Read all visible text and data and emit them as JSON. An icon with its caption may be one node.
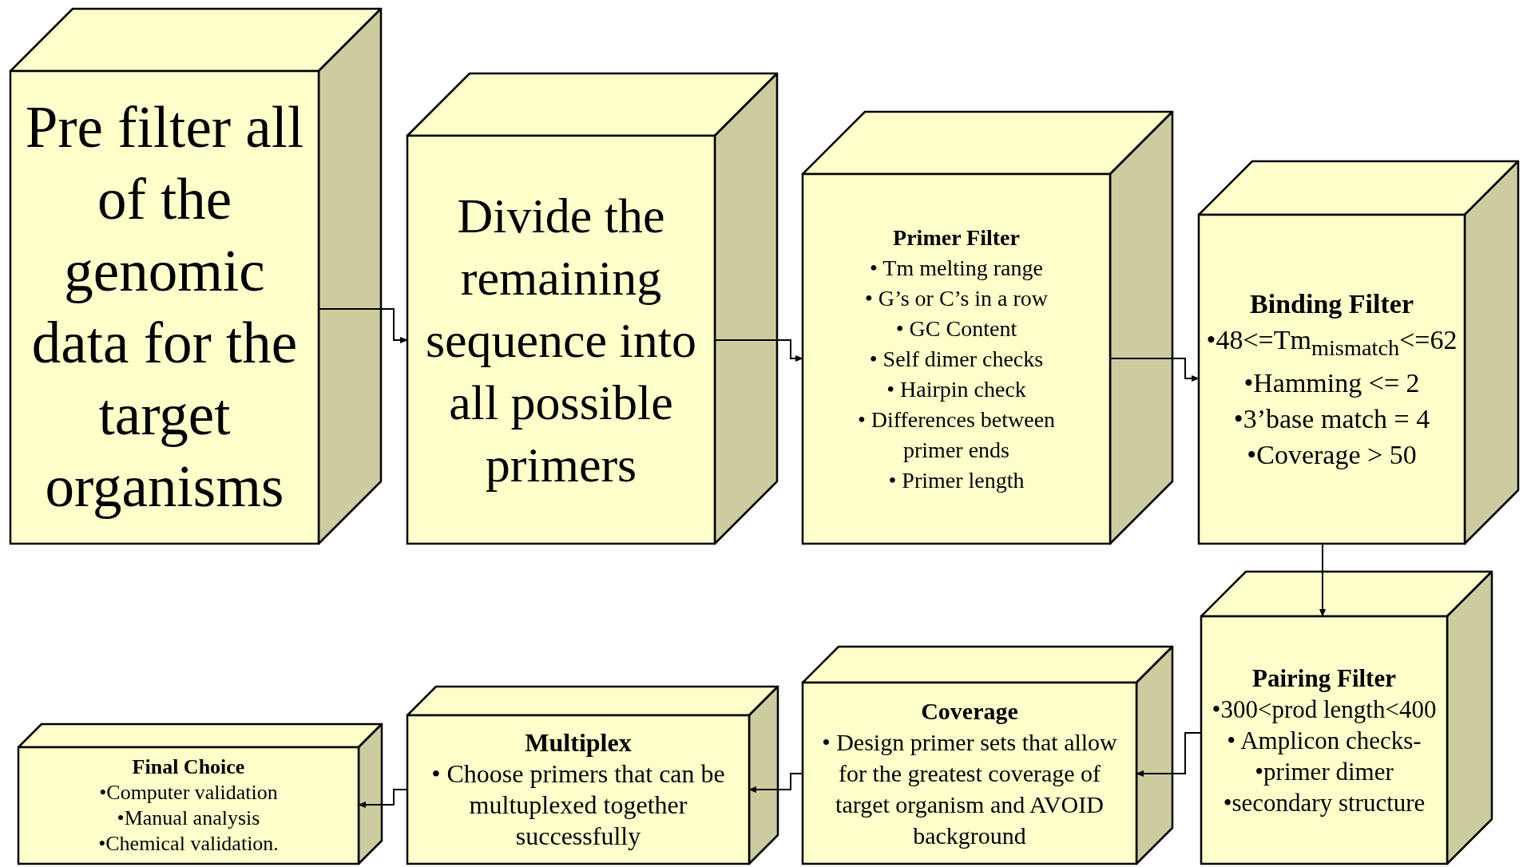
{
  "diagram": {
    "nodes": [
      {
        "text": [
          "Pre filter all of the genomic data for the target organisms"
        ]
      },
      {
        "text": [
          "Divide the remaining sequence into all possible primers"
        ]
      },
      {
        "text": [
          "Primer Filter",
          "• Tm melting range",
          "• G’s or C’s in a row",
          "• GC Content",
          "• Self dimer checks",
          "• Hairpin check",
          "• Differences between primer ends",
          "• Primer length"
        ]
      },
      {
        "text": [
          "Binding Filter",
          "•48<=Tm$_{mismatch}$<=62",
          "•Hamming <= 2",
          "•3’base match = 4",
          "•Coverage > 50"
        ]
      },
      {
        "text": [
          "Pairing Filter",
          "•300<prod length<400",
          "• Amplicon checks-",
          "•primer dimer",
          "•secondary structure"
        ]
      },
      {
        "text": [
          "Coverage",
          "• Design primer sets that allow for the greatest coverage of target organism and AVOID background"
        ]
      },
      {
        "text": [
          "Multiplex",
          "• Choose primers that can be multuplexed together successfully"
        ]
      },
      {
        "text": [
          "Final Choice",
          "•Computer validation",
          "•Manual analysis",
          "•Chemical validation."
        ]
      }
    ],
    "edges": [
      {
        "from": 0,
        "to": 1,
        "arrow": "to"
      },
      {
        "from": 1,
        "to": 2,
        "arrow": "to"
      },
      {
        "from": 2,
        "to": 3,
        "arrow": "to"
      },
      {
        "from": 3,
        "to": 4,
        "arrow": "to"
      },
      {
        "from": 4,
        "to": 5,
        "arrow": "to"
      },
      {
        "from": 5,
        "to": 6,
        "arrow": "to"
      },
      {
        "from": 6,
        "to": 7,
        "arrow": "to"
      }
    ]
  }
}
